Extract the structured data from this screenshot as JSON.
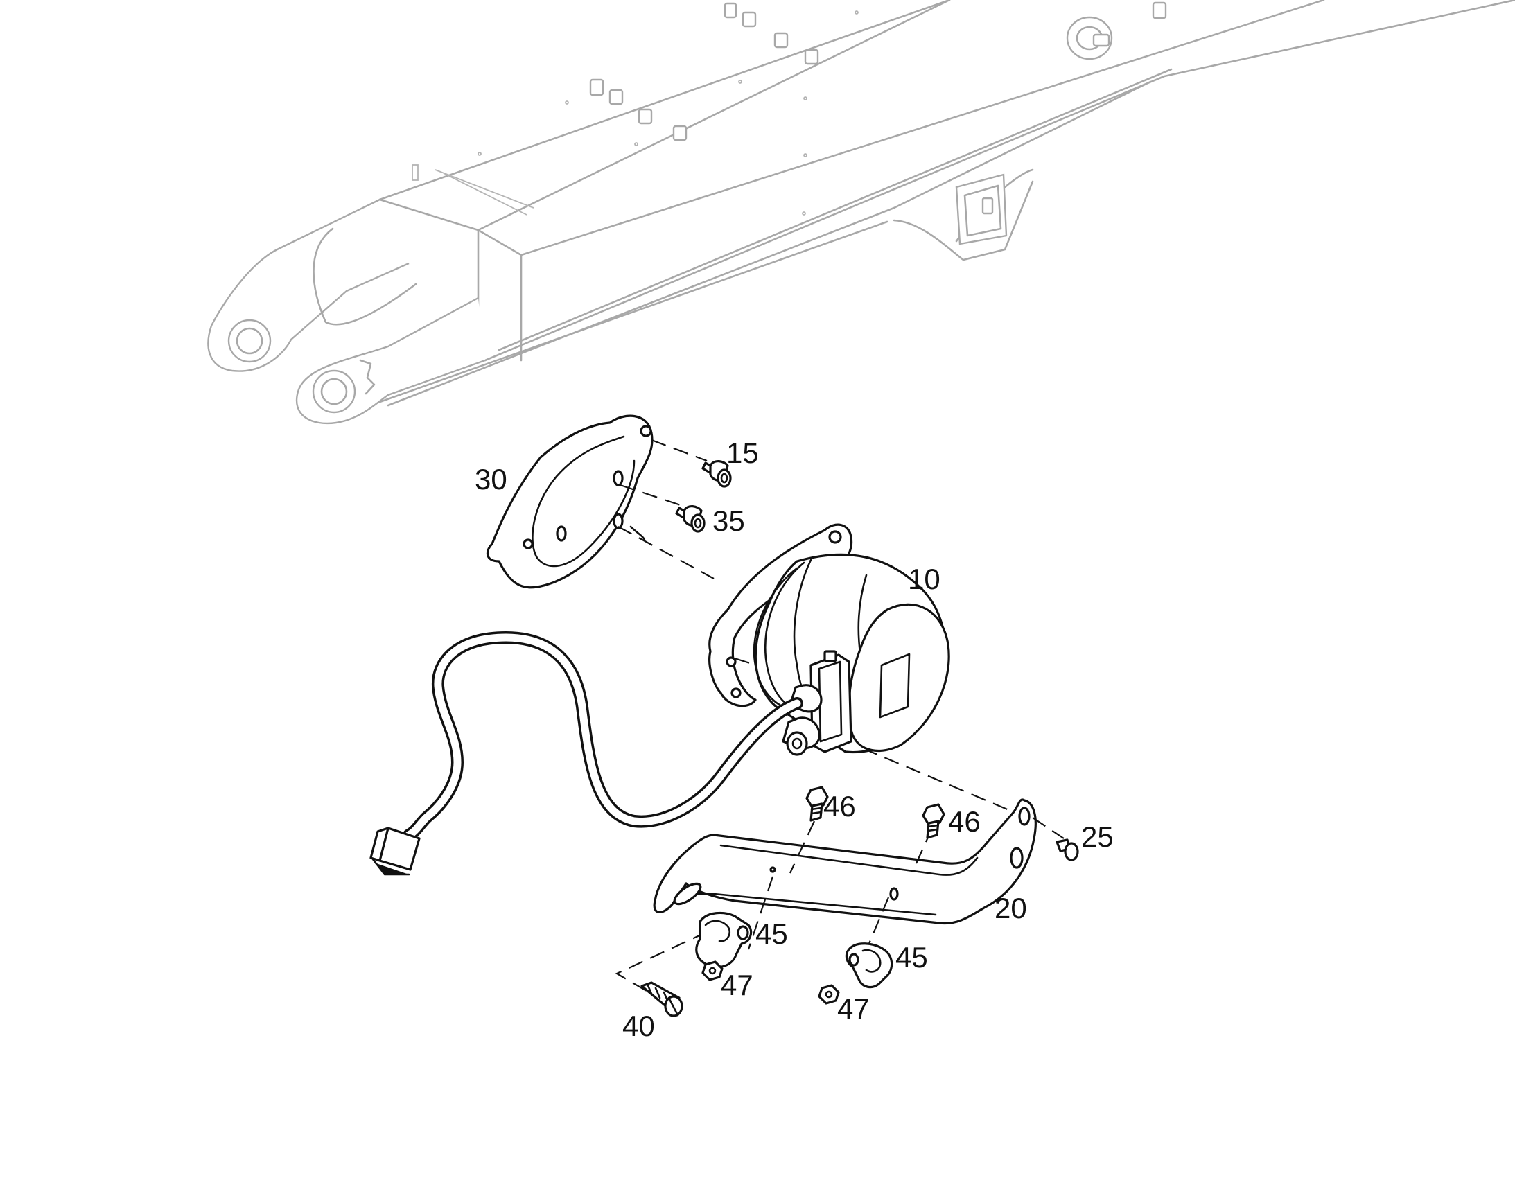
{
  "diagram": {
    "callouts": [
      {
        "id": "15",
        "label": "15"
      },
      {
        "id": "30",
        "label": "30"
      },
      {
        "id": "35",
        "label": "35"
      },
      {
        "id": "10",
        "label": "10"
      },
      {
        "id": "46a",
        "label": "46"
      },
      {
        "id": "46b",
        "label": "46"
      },
      {
        "id": "25",
        "label": "25"
      },
      {
        "id": "20",
        "label": "20"
      },
      {
        "id": "45a",
        "label": "45"
      },
      {
        "id": "45b",
        "label": "45"
      },
      {
        "id": "47a",
        "label": "47"
      },
      {
        "id": "47b",
        "label": "47"
      },
      {
        "id": "40",
        "label": "40"
      }
    ],
    "colors": {
      "background": "#ffffff",
      "part_stroke": "#111111",
      "boom_stroke": "#a8a8a8"
    }
  }
}
